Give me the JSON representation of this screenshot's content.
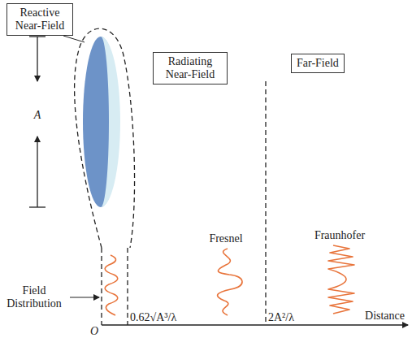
{
  "diagram": {
    "nodes": [
      {
        "text": [
          "Reactive Near-Field"
        ]
      },
      {
        "text": [
          "Radiating Near-Field"
        ]
      },
      {
        "text": [
          "Far-Field"
        ]
      }
    ],
    "labels": [
      "A",
      "Field Distribution",
      "Fresnel",
      "Fraunhofer",
      "O",
      "0.62√A³/λ",
      "2A²/λ",
      "Distance"
    ]
  }
}
